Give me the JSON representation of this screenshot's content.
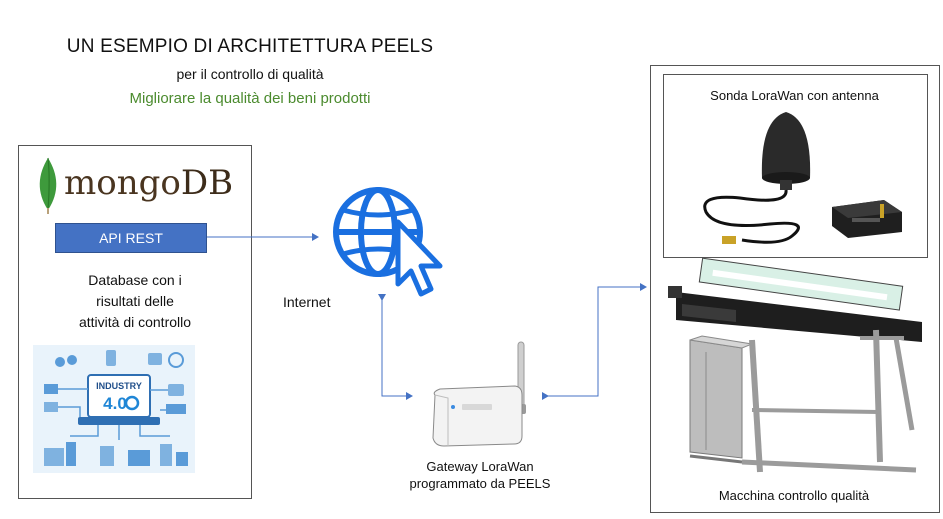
{
  "header": {
    "title": "UN ESEMPIO DI ARCHITETTURA PEELS",
    "subtitle": "per il controllo di qualità",
    "tagline": "Migliorare la qualità dei beni prodotti"
  },
  "database": {
    "logo_text_a": "mongo",
    "logo_text_b": "DB",
    "api_label": "API REST",
    "description": "Database con i\nrisultati delle\nattività di controllo",
    "illustration_text_a": "INDUSTRY",
    "illustration_text_b": "4.0"
  },
  "network": {
    "internet_label": "Internet"
  },
  "gateway": {
    "label": "Gateway LoraWan\nprogrammato da PEELS"
  },
  "probe": {
    "label": "Sonda LoraWan con antenna"
  },
  "machine": {
    "label": "Macchina controllo qualità"
  },
  "colors": {
    "accent_blue": "#1a6fe0",
    "api_blue": "#4472c4",
    "mongo_green": "#3e9a3c",
    "tagline_green": "#4b8b2e",
    "connector_blue": "#4472c4"
  }
}
